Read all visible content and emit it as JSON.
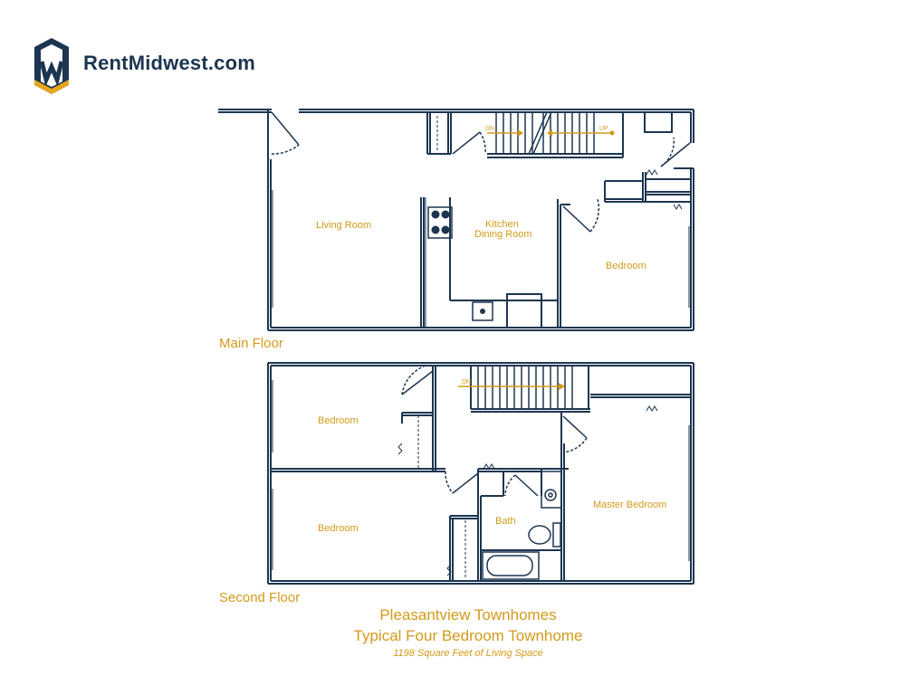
{
  "brand": {
    "name": "RentMidwest.com",
    "logo_icon": "house-w-logo-icon",
    "colors": {
      "navy": "#1c3550",
      "gold": "#d29a1a"
    }
  },
  "main_floor": {
    "label": "Main Floor",
    "rooms": {
      "living": "Living Room",
      "kitchen_1": "Kitchen",
      "kitchen_2": "Dining Room",
      "bedroom": "Bedroom"
    },
    "stairs": {
      "down": "DN",
      "up": "UP"
    }
  },
  "second_floor": {
    "label": "Second Floor",
    "rooms": {
      "bedroom_1": "Bedroom",
      "bedroom_2": "Bedroom",
      "bath": "Bath",
      "master": "Master Bedroom"
    },
    "stairs": {
      "down": "DN"
    }
  },
  "footer": {
    "title": "Pleasantview Townhomes",
    "subtitle": "Typical Four Bedroom Townhome",
    "note": "1198 Square Feet of Living Space"
  }
}
